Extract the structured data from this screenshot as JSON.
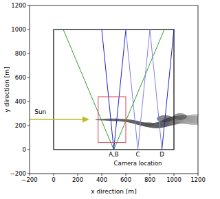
{
  "diagram": {
    "labels": [
      "1200",
      "1000",
      "800",
      "600",
      "400",
      "200",
      "0",
      "−200",
      "−200",
      "0",
      "200",
      "400",
      "600",
      "800",
      "1000",
      "1200",
      "y direction [m]",
      "x direction [m]",
      "Sun",
      "A,B",
      "C",
      "D",
      "Camera location"
    ]
  }
}
